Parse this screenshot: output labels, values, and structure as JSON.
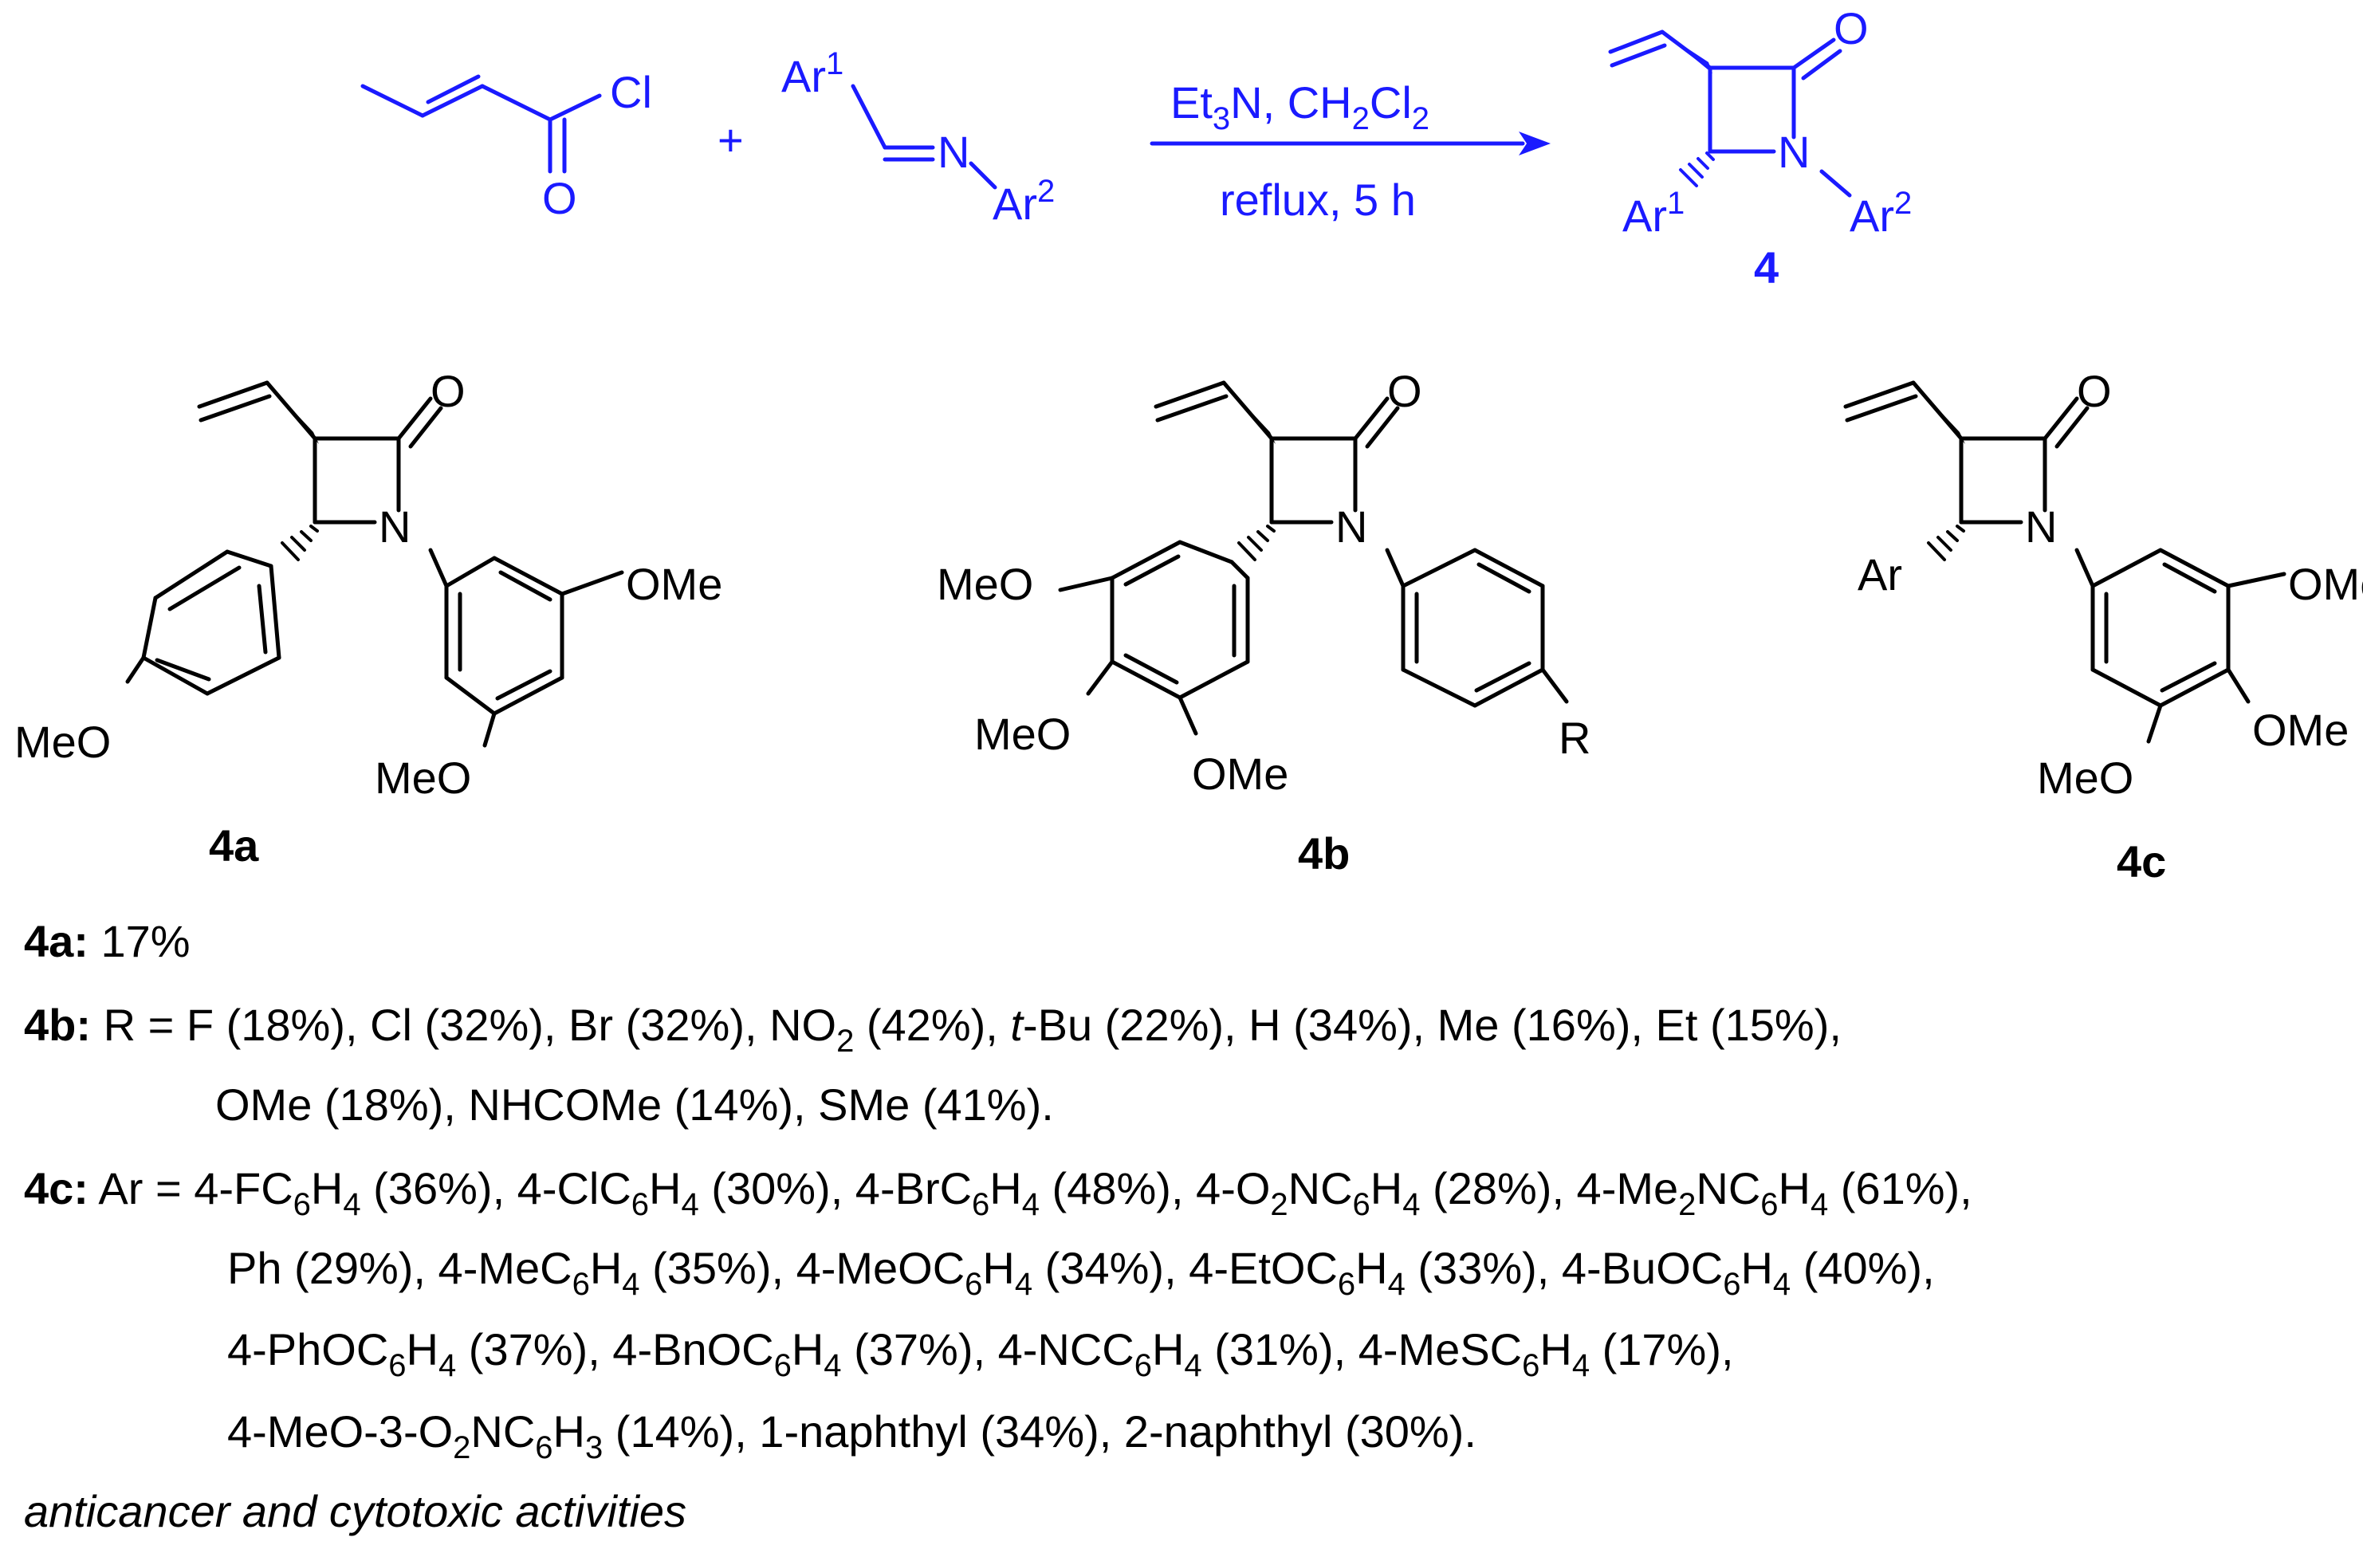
{
  "scheme": {
    "reagent_acyl_chloride": {
      "cl": "Cl",
      "o": "O"
    },
    "plus": "+",
    "imine": {
      "ar1": "Ar",
      "ar1_sup": "1",
      "n": "N",
      "ar2": "Ar",
      "ar2_sup": "2"
    },
    "conditions": {
      "above": {
        "et": "Et",
        "sub3": "3",
        "n": "N, CH",
        "sub2a": "2",
        "cl": "Cl",
        "sub2b": "2"
      },
      "below": "reflux, 5 h"
    },
    "product": {
      "o": "O",
      "n": "N",
      "ar1": "Ar",
      "ar1_sup": "1",
      "ar2": "Ar",
      "ar2_sup": "2",
      "label": "4"
    }
  },
  "structures": {
    "s4a": {
      "o": "O",
      "n": "N",
      "ome_right": "OMe",
      "meo_left": "MeO",
      "meo_bottom": "MeO",
      "label": "4a"
    },
    "s4b": {
      "o": "O",
      "n": "N",
      "meo_top": "MeO",
      "meo_mid": "MeO",
      "ome_bottom": "OMe",
      "r": "R",
      "label": "4b"
    },
    "s4c": {
      "o": "O",
      "n": "N",
      "ar": "Ar",
      "ome_right": "OMe",
      "ome_mid": "OMe",
      "meo_bottom": "MeO",
      "label": "4c"
    }
  },
  "yields": {
    "a": {
      "label": "4a:",
      "text": "17%"
    },
    "b": {
      "label": "4b:",
      "line1_part1": "R = F (18%), Cl (32%), Br (32%), NO",
      "line1_sub": "2",
      "line1_part2": " (42%), ",
      "line1_ital": "t",
      "line1_part3": "-Bu (22%), H (34%), Me (16%), Et (15%),",
      "line2": "OMe (18%), NHCOMe (14%), SMe (41%)."
    },
    "c": {
      "label": "4c:",
      "line1": [
        {
          "t": "Ar = 4-FC"
        },
        {
          "t": "6",
          "s": "sub"
        },
        {
          "t": "H"
        },
        {
          "t": "4",
          "s": "sub"
        },
        {
          "t": " (36%), 4-ClC"
        },
        {
          "t": "6",
          "s": "sub"
        },
        {
          "t": "H"
        },
        {
          "t": "4",
          "s": "sub"
        },
        {
          "t": " (30%), 4-BrC"
        },
        {
          "t": "6",
          "s": "sub"
        },
        {
          "t": "H"
        },
        {
          "t": "4",
          "s": "sub"
        },
        {
          "t": " (48%), 4-O"
        },
        {
          "t": "2",
          "s": "sub"
        },
        {
          "t": "NC"
        },
        {
          "t": "6",
          "s": "sub"
        },
        {
          "t": "H"
        },
        {
          "t": "4",
          "s": "sub"
        },
        {
          "t": " (28%), 4-Me"
        },
        {
          "t": "2",
          "s": "sub"
        },
        {
          "t": "NC"
        },
        {
          "t": "6",
          "s": "sub"
        },
        {
          "t": "H"
        },
        {
          "t": "4",
          "s": "sub"
        },
        {
          "t": " (61%),"
        }
      ],
      "line2": [
        {
          "t": "Ph (29%), 4-MeC"
        },
        {
          "t": "6",
          "s": "sub"
        },
        {
          "t": "H"
        },
        {
          "t": "4",
          "s": "sub"
        },
        {
          "t": " (35%), 4-MeOC"
        },
        {
          "t": "6",
          "s": "sub"
        },
        {
          "t": "H"
        },
        {
          "t": "4",
          "s": "sub"
        },
        {
          "t": " (34%), 4-EtOC"
        },
        {
          "t": "6",
          "s": "sub"
        },
        {
          "t": "H"
        },
        {
          "t": "4",
          "s": "sub"
        },
        {
          "t": " (33%), 4-BuOC"
        },
        {
          "t": "6",
          "s": "sub"
        },
        {
          "t": "H"
        },
        {
          "t": "4",
          "s": "sub"
        },
        {
          "t": " (40%),"
        }
      ],
      "line3": [
        {
          "t": "4-PhOC"
        },
        {
          "t": "6",
          "s": "sub"
        },
        {
          "t": "H"
        },
        {
          "t": "4",
          "s": "sub"
        },
        {
          "t": " (37%), 4-BnOC"
        },
        {
          "t": "6",
          "s": "sub"
        },
        {
          "t": "H"
        },
        {
          "t": "4",
          "s": "sub"
        },
        {
          "t": " (37%), 4-NCC"
        },
        {
          "t": "6",
          "s": "sub"
        },
        {
          "t": "H"
        },
        {
          "t": "4",
          "s": "sub"
        },
        {
          "t": " (31%), 4-MeSC"
        },
        {
          "t": "6",
          "s": "sub"
        },
        {
          "t": "H"
        },
        {
          "t": "4",
          "s": "sub"
        },
        {
          "t": " (17%),"
        }
      ],
      "line4": [
        {
          "t": "4-MeO-3-O"
        },
        {
          "t": "2",
          "s": "sub"
        },
        {
          "t": "NC"
        },
        {
          "t": "6",
          "s": "sub"
        },
        {
          "t": "H"
        },
        {
          "t": "3",
          "s": "sub"
        },
        {
          "t": " (14%), 1-naphthyl (34%), 2-naphthyl (30%)."
        }
      ]
    }
  },
  "footer": "anticancer and cytotoxic activities",
  "colors": {
    "scheme": "#1a1aff",
    "structures": "#000000",
    "background": "#ffffff"
  }
}
